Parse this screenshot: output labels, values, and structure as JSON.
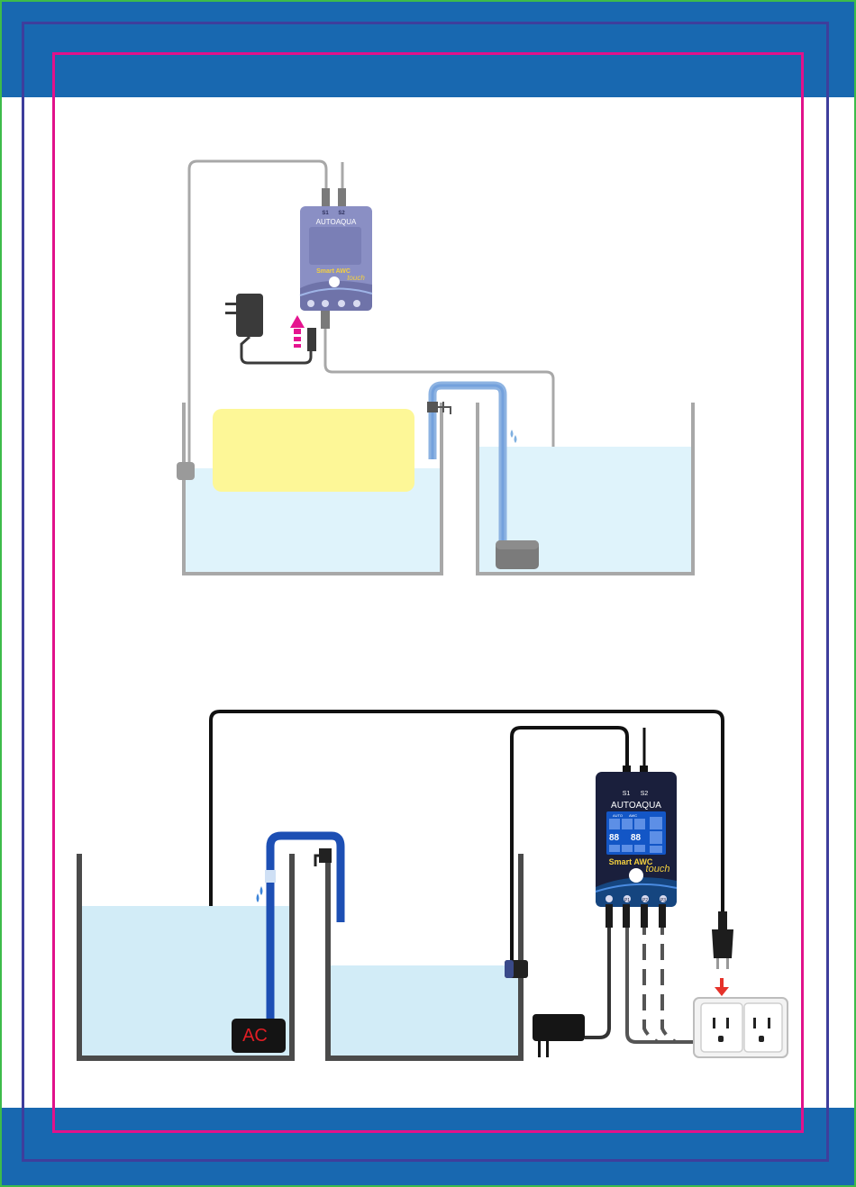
{
  "colors": {
    "band": "#1868b0",
    "outer_border": "#3dbb4a",
    "inner_border": "#3e3e9c",
    "accent_border": "#e1128b",
    "water": "#dff3fb",
    "tubing": "#5b8fd6",
    "highlight_box": "#fdf797",
    "arrow_up": "#e5148f",
    "arrow_down": "#e5322a",
    "controller_top": "#8a8fc4",
    "controller_bottom": "#1a1f3c"
  },
  "top_diagram": {
    "controller": {
      "brand": "AUTOAQUA",
      "model": "Smart AWC",
      "model_script": "touch",
      "sensor_port_1": "S1",
      "sensor_port_2": "S2"
    },
    "highlight_box_label": ""
  },
  "bottom_diagram": {
    "controller": {
      "brand": "AUTOAQUA",
      "model": "Smart AWC",
      "model_script": "touch",
      "sensor_port_1": "S1",
      "sensor_port_2": "S2",
      "bottom_ports": [
        "P1",
        "P2",
        "P3"
      ],
      "display_digits_left": "88",
      "display_digits_right": "88",
      "display_label_left": "AUTO",
      "display_label_right": "AWC"
    },
    "pump_label": "AC"
  },
  "icons": [
    "power-adapter-icon",
    "outlet-icon",
    "plug-icon",
    "water-drops-icon",
    "home-button-icon"
  ]
}
